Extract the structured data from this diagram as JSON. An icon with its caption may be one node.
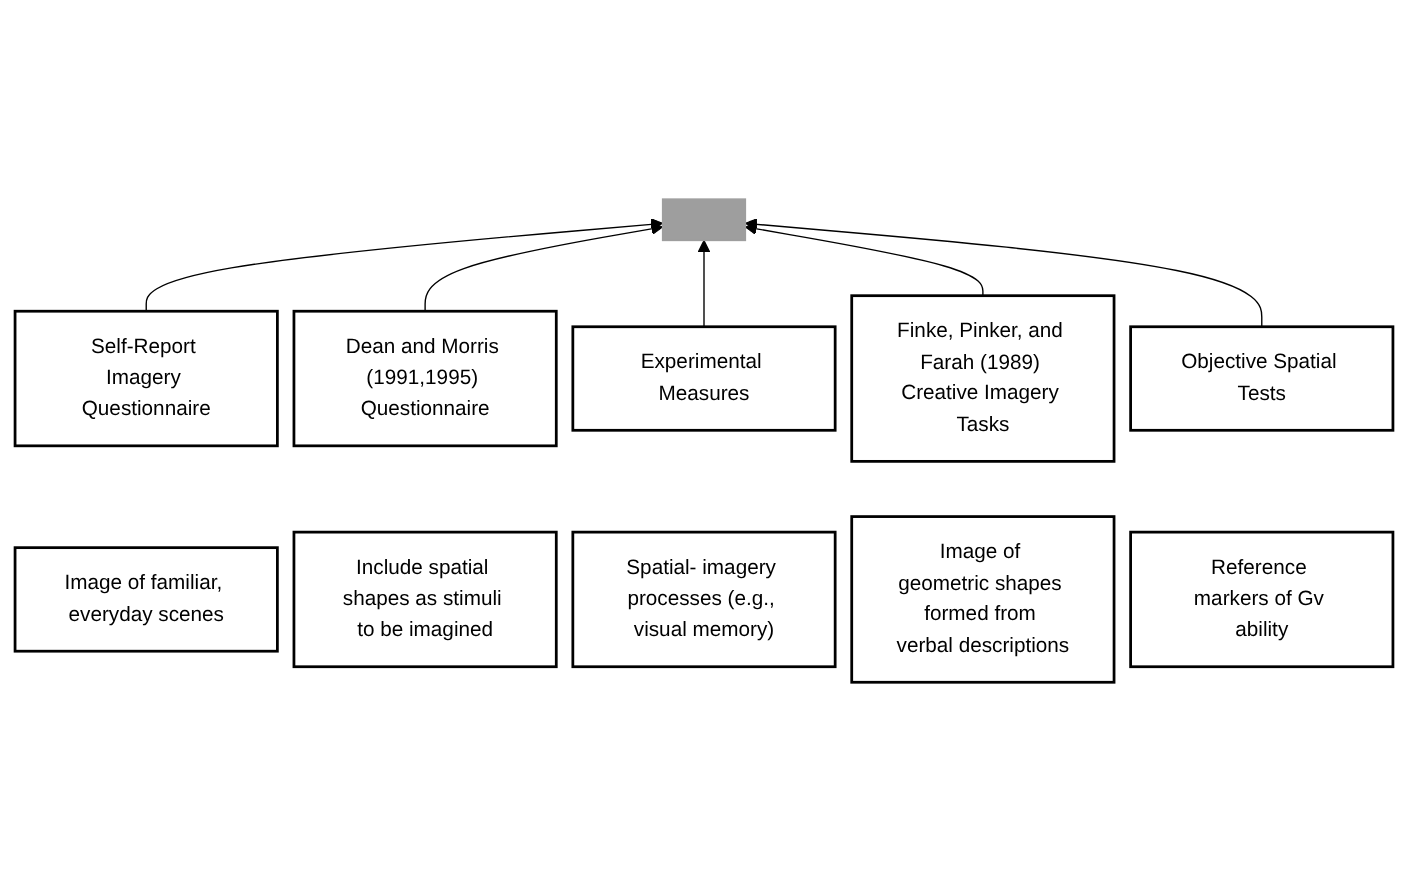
{
  "diagram": {
    "nodes": [
      {
        "text": [],
        "shape": "bar"
      },
      {
        "text": [
          "Self-Report Imagery Questionnaire"
        ]
      },
      {
        "text": [
          "Dean and Morris (1991,1995) Questionnaire"
        ]
      },
      {
        "text": [
          "Experimental Measures"
        ]
      },
      {
        "text": [
          "Finke, Pinker, and Farah (1989) Creative Imagery Tasks"
        ]
      },
      {
        "text": [
          "Objective Spatial Tests"
        ]
      },
      {
        "text": [
          "Image of familiar, everyday scenes"
        ]
      },
      {
        "text": [
          "Include spatial shapes as stimuli to be imagined"
        ]
      },
      {
        "text": [
          "Spatial- imagery processes (e.g., visual memory)"
        ]
      },
      {
        "text": [
          "Image of geometric shapes formed from verbal descriptions"
        ]
      },
      {
        "text": [
          "Reference markers of Gv ability"
        ]
      }
    ],
    "edges": [
      {
        "from": 1,
        "to": 0,
        "arrow": "to"
      },
      {
        "from": 2,
        "to": 0,
        "arrow": "to"
      },
      {
        "from": 3,
        "to": 0,
        "arrow": "to"
      },
      {
        "from": 4,
        "to": 0,
        "arrow": "to"
      },
      {
        "from": 5,
        "to": 0,
        "arrow": "to"
      }
    ]
  }
}
